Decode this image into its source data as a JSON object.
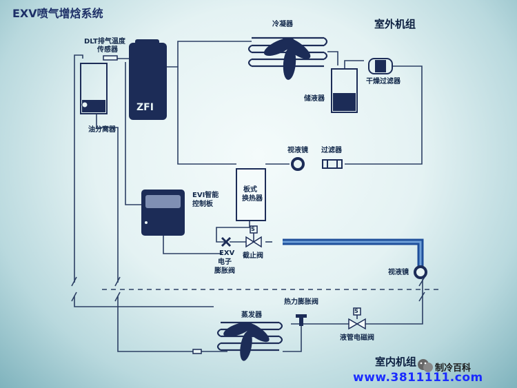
{
  "title": "EXV喷气增焓系统",
  "sections": {
    "outdoor": "室外机组",
    "indoor": "室内机组"
  },
  "components": {
    "condenser": "冷凝器",
    "dlt_sensor_line1": "DLT排气温度",
    "dlt_sensor_line2": "传感器",
    "compressor_label": "ZFI",
    "oil_separator": "油分离器",
    "receiver": "储液器",
    "filter_drier": "干燥过滤器",
    "sight_glass_top": "视液镜",
    "filter": "过滤器",
    "evi_board_line1": "EVI智能",
    "evi_board_line2": "控制板",
    "plate_hx_line1": "板式",
    "plate_hx_line2": "换热器",
    "exv_line1": "EXV",
    "exv_line2": "电子",
    "exv_line3": "膨胀阀",
    "stop_valve": "截止阀",
    "solenoid_mark": "S",
    "sight_glass_right": "视液镜",
    "thermal_expansion_valve": "热力膨胀阀",
    "evaporator": "蒸发器",
    "liquid_solenoid_valve": "液管电磁阀"
  },
  "watermark": {
    "brand": "制冷百科",
    "url": "www.3811111.com"
  },
  "colors": {
    "line": "#2b3e63",
    "component": "#1c2c57",
    "pipe": "#1f4f9b"
  }
}
